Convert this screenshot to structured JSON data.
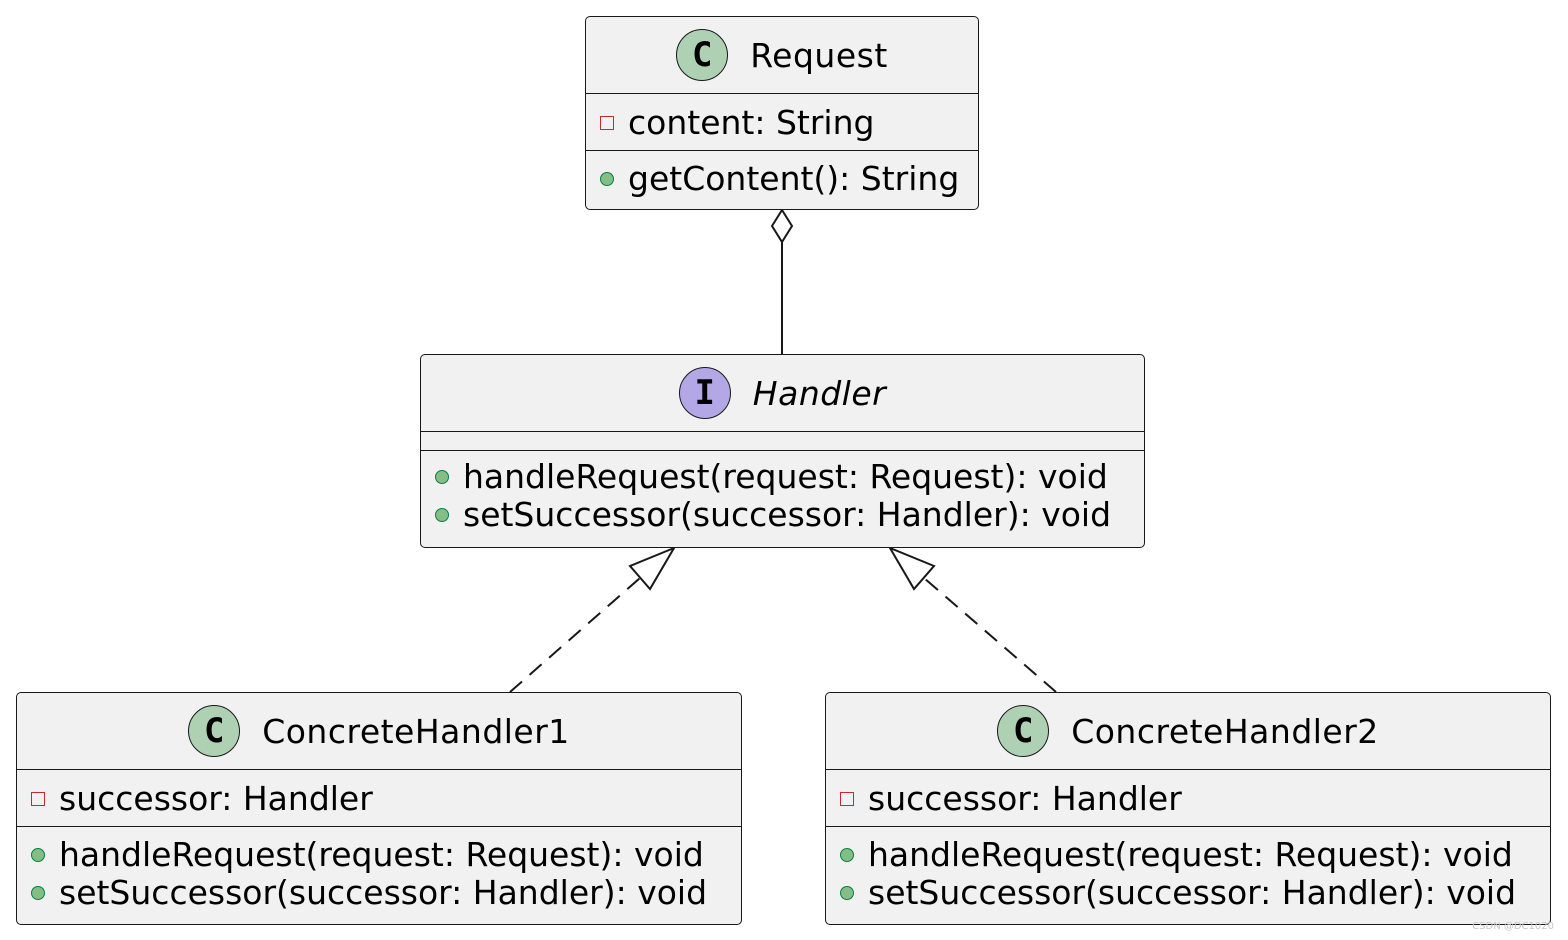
{
  "colors": {
    "box_fill": "#f1f1f1",
    "border": "#181818",
    "class_circle": "#add1b2",
    "interface_circle": "#b4a7e5",
    "private_marker": "#c82930",
    "public_marker_fill": "#84be84",
    "public_marker_border": "#038048"
  },
  "classes": {
    "request": {
      "stereotype_letter": "C",
      "name": "Request",
      "attributes": [
        {
          "visibility": "private",
          "text": "content: String"
        }
      ],
      "methods": [
        {
          "visibility": "public",
          "text": "getContent(): String"
        }
      ]
    },
    "handler": {
      "stereotype_letter": "I",
      "name": "Handler",
      "attributes": [],
      "methods": [
        {
          "visibility": "public",
          "text": "handleRequest(request: Request): void"
        },
        {
          "visibility": "public",
          "text": "setSuccessor(successor: Handler): void"
        }
      ]
    },
    "concrete_handler_1": {
      "stereotype_letter": "C",
      "name": "ConcreteHandler1",
      "attributes": [
        {
          "visibility": "private",
          "text": "successor: Handler"
        }
      ],
      "methods": [
        {
          "visibility": "public",
          "text": "handleRequest(request: Request): void"
        },
        {
          "visibility": "public",
          "text": "setSuccessor(successor: Handler): void"
        }
      ]
    },
    "concrete_handler_2": {
      "stereotype_letter": "C",
      "name": "ConcreteHandler2",
      "attributes": [
        {
          "visibility": "private",
          "text": "successor: Handler"
        }
      ],
      "methods": [
        {
          "visibility": "public",
          "text": "handleRequest(request: Request): void"
        },
        {
          "visibility": "public",
          "text": "setSuccessor(successor: Handler): void"
        }
      ]
    }
  },
  "relations": [
    {
      "type": "aggregation",
      "from": "handler",
      "to": "request"
    },
    {
      "type": "realization",
      "from": "concrete_handler_1",
      "to": "handler"
    },
    {
      "type": "realization",
      "from": "concrete_handler_2",
      "to": "handler"
    }
  ],
  "watermark": "CSDN @DC1020"
}
